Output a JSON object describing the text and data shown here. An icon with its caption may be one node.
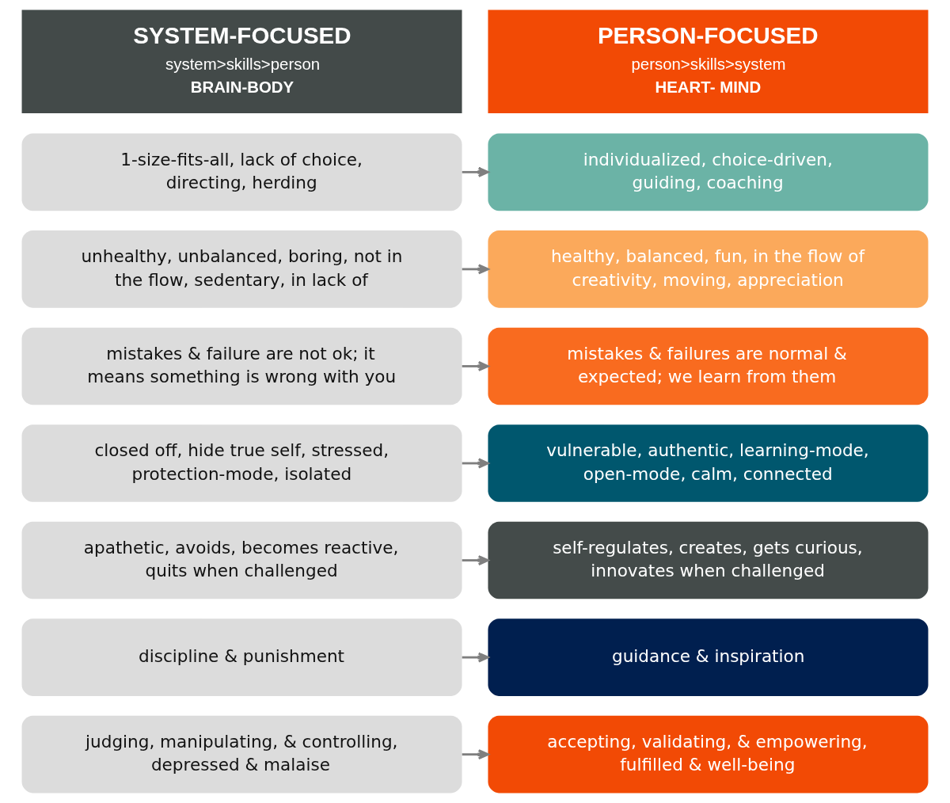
{
  "diagram": {
    "nodes": [
      {
        "text": [
          "SYSTEM-FOCUSED",
          "system>skills>person",
          "BRAIN-BODY"
        ]
      },
      {
        "text": [
          "PERSON-FOCUSED",
          "person>skills>system",
          "HEART- MIND"
        ]
      },
      {
        "text": [
          "1-size-fits-all, lack of choice, directing, herding"
        ]
      },
      {
        "text": [
          "individualized, choice-driven, guiding, coaching"
        ]
      },
      {
        "text": [
          "unhealthy, unbalanced, boring, not in the flow, sedentary, in lack of"
        ]
      },
      {
        "text": [
          "healthy, balanced, fun, in the flow of creativity, moving, appreciation"
        ]
      },
      {
        "text": [
          "mistakes & failure are not ok; it means something is wrong with you"
        ]
      },
      {
        "text": [
          "mistakes & failures are normal & expected; we learn from them"
        ]
      },
      {
        "text": [
          "closed off, hide true self, stressed, protection-mode, isolated"
        ]
      },
      {
        "text": [
          "vulnerable, authentic, learning-mode, open-mode, calm, connected"
        ]
      },
      {
        "text": [
          "apathetic, avoids, becomes reactive, quits when challenged"
        ]
      },
      {
        "text": [
          "self-regulates, creates, gets curious, innovates when challenged"
        ]
      },
      {
        "text": [
          "discipline & punishment"
        ]
      },
      {
        "text": [
          "guidance & inspiration"
        ]
      },
      {
        "text": [
          "judging, manipulating, & controlling, depressed & malaise"
        ]
      },
      {
        "text": [
          "accepting, validating, & empowering, fulfilled & well-being"
        ]
      }
    ],
    "edges": [
      {
        "from": 2,
        "to": 3,
        "arrow": "to"
      },
      {
        "from": 4,
        "to": 5,
        "arrow": "to"
      },
      {
        "from": 6,
        "to": 7,
        "arrow": "to"
      },
      {
        "from": 8,
        "to": 9,
        "arrow": "to"
      },
      {
        "from": 10,
        "to": 11,
        "arrow": "to"
      },
      {
        "from": 12,
        "to": 13,
        "arrow": "to"
      },
      {
        "from": 14,
        "to": 15,
        "arrow": "to"
      }
    ]
  }
}
